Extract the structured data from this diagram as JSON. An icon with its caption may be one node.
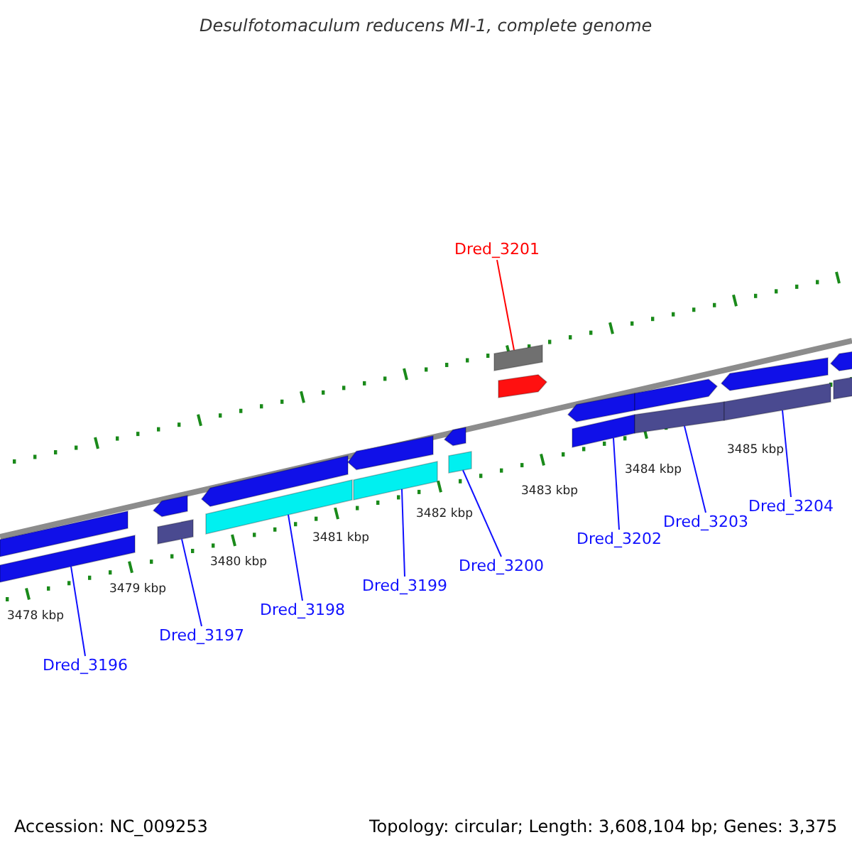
{
  "diagram": {
    "title": "Desulfotomaculum reducens MI-1, complete genome",
    "nodes": [
      {
        "text": [
          "Dred_3201"
        ]
      },
      {
        "text": [
          "Dred_3196"
        ]
      },
      {
        "text": [
          "Dred_3197"
        ]
      },
      {
        "text": [
          "Dred_3198"
        ]
      },
      {
        "text": [
          "Dred_3199"
        ]
      },
      {
        "text": [
          "Dred_3200"
        ]
      },
      {
        "text": [
          "Dred_3202"
        ]
      },
      {
        "text": [
          "Dred_3203"
        ]
      },
      {
        "text": [
          "Dred_3204"
        ]
      },
      {
        "text": [],
        "shape": "bar"
      },
      {
        "text": [],
        "shape": "bar"
      },
      {
        "text": [],
        "shape": "bar"
      },
      {
        "text": [],
        "shape": "bar"
      },
      {
        "text": [],
        "shape": "bar"
      },
      {
        "text": [],
        "shape": "bar"
      },
      {
        "text": [],
        "shape": "bar"
      },
      {
        "text": [],
        "shape": "bar"
      },
      {
        "text": [],
        "shape": "bar"
      },
      {
        "text": [],
        "shape": "bar"
      },
      {
        "text": [],
        "shape": "bar"
      },
      {
        "text": [],
        "shape": "bar"
      },
      {
        "text": [],
        "shape": "bar"
      },
      {
        "text": [],
        "shape": "bar"
      },
      {
        "text": [],
        "shape": "bar"
      },
      {
        "text": [],
        "shape": "bar"
      },
      {
        "text": [],
        "shape": "bar"
      },
      {
        "text": [],
        "shape": "bar"
      },
      {
        "text": [],
        "shape": "bar"
      },
      {
        "text": [],
        "shape": "bar"
      }
    ],
    "edges": [
      {
        "from": 0,
        "to": 9,
        "arrow": "none",
        "color": "#ff0000"
      },
      {
        "from": 1,
        "to": 10,
        "arrow": "none"
      },
      {
        "from": 2,
        "to": 11,
        "arrow": "none"
      },
      {
        "from": 3,
        "to": 12,
        "arrow": "none"
      },
      {
        "from": 4,
        "to": 13,
        "arrow": "none"
      },
      {
        "from": 5,
        "to": 14,
        "arrow": "none"
      },
      {
        "from": 6,
        "to": 15,
        "arrow": "none"
      },
      {
        "from": 7,
        "to": 16,
        "arrow": "none"
      },
      {
        "from": 8,
        "to": 17,
        "arrow": "none"
      }
    ],
    "labels": [
      "3478 kbp",
      "3479 kbp",
      "3480 kbp",
      "3481 kbp",
      "3482 kbp",
      "3483 kbp",
      "3484 kbp",
      "3485 kbp",
      "Accession: NC_009253",
      "Topology: circular; Length: 3,608,104 bp; Genes: 3,375"
    ]
  }
}
